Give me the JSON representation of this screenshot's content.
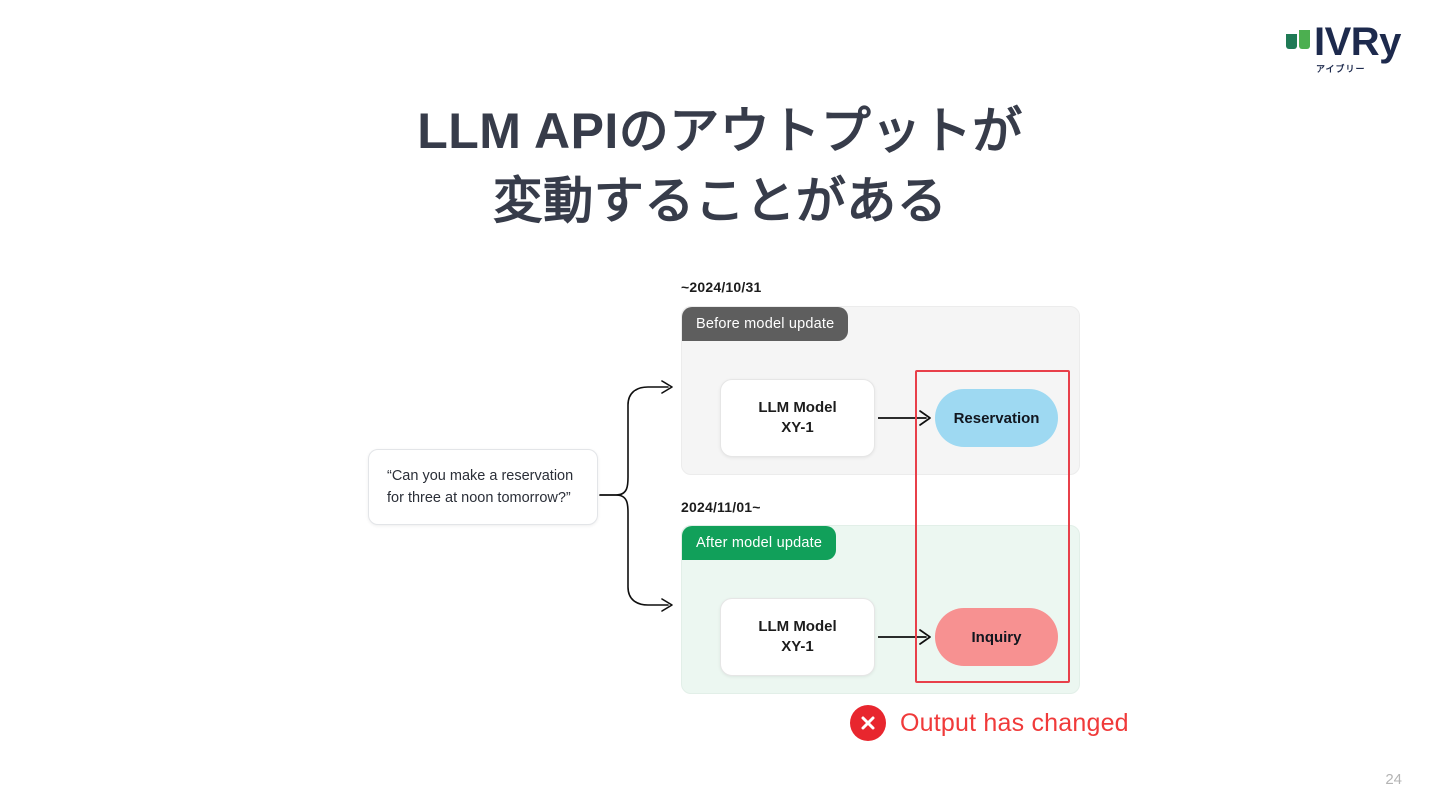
{
  "brand": {
    "name": "IVRy",
    "kana": "アイブリー",
    "navy": "#1d2a4d",
    "green_dark": "#1f7a55",
    "green_light": "#4caf50"
  },
  "slide": {
    "title_line1": "LLM APIのアウトプットが",
    "title_line2": "変動することがある",
    "title_color": "#373c4a",
    "page_number": "24"
  },
  "prompt": {
    "text": "“Can you make a reservation for three at noon tomorrow?”"
  },
  "panels": [
    {
      "date_label": "~2024/10/31",
      "tab_label": "Before model update",
      "tab_color": "#5e5e5e",
      "background": "#f5f5f5",
      "model_line1": "LLM Model",
      "model_line2": "XY-1",
      "output_label": "Reservation",
      "output_color": "#9ed9f2"
    },
    {
      "date_label": "2024/11/01~",
      "tab_label": "After model update",
      "tab_color": "#11a05a",
      "background": "#ecf7f1",
      "model_line1": "LLM Model",
      "model_line2": "XY-1",
      "output_label": "Inquiry",
      "output_color": "#f79191"
    }
  ],
  "highlight": {
    "border_color": "#e8404a"
  },
  "callout": {
    "icon": "error-x-icon",
    "text": "Output has changed",
    "text_color": "#f03a3a",
    "icon_color": "#e8262e"
  }
}
